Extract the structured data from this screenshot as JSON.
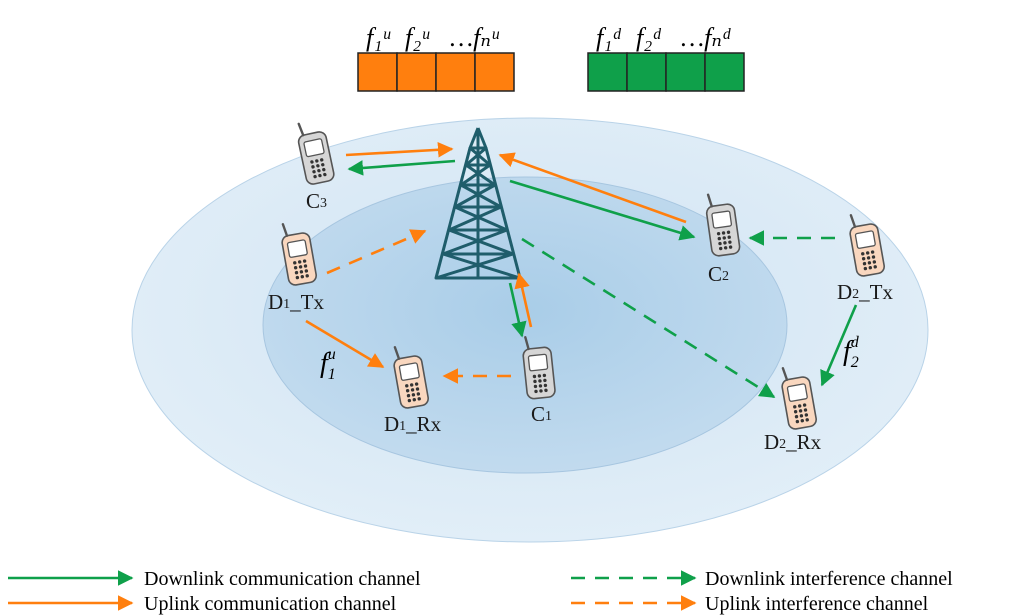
{
  "frequency_bands": {
    "uplink": {
      "labels": [
        "f₁ᵘ",
        "f₂ᵘ",
        "…fₙᵘ"
      ],
      "color": "#ff7f0e",
      "blocks": 4
    },
    "downlink": {
      "labels": [
        "f₁ᵈ",
        "f₂ᵈ",
        "…fₙᵈ"
      ],
      "color": "#0fa04a",
      "blocks": 4
    }
  },
  "nodes": {
    "c1": {
      "label_main": "C",
      "label_sub": "1"
    },
    "c2": {
      "label_main": "C",
      "label_sub": "2"
    },
    "c3": {
      "label_main": "C",
      "label_sub": "3"
    },
    "d1_tx": {
      "label_main": "D",
      "label_sub": "1",
      "label_tail": "_Tx"
    },
    "d1_rx": {
      "label_main": "D",
      "label_sub": "1",
      "label_tail": "_Rx"
    },
    "d2_tx": {
      "label_main": "D",
      "label_sub": "2",
      "label_tail": "_Tx"
    },
    "d2_rx": {
      "label_main": "D",
      "label_sub": "2",
      "label_tail": "_Rx"
    }
  },
  "link_labels": {
    "d1": {
      "base": "f",
      "sub": "1",
      "sup": "u"
    },
    "d2": {
      "base": "f",
      "sub": "2",
      "sup": "d"
    }
  },
  "colors": {
    "uplink": "#ff7f0e",
    "downlink": "#0fa04a",
    "cell_outer": "#dcebf6",
    "cell_inner": "#bcd9ee",
    "tower": "#1f5d6b",
    "phone_gray": "#d6d6d6",
    "phone_peach": "#f9d7bf"
  },
  "legend": {
    "downlink_comm": "Downlink communication channel",
    "uplink_comm": "Uplink communication channel",
    "downlink_intf": "Downlink interference channel",
    "uplink_intf": "Uplink interference channel"
  }
}
